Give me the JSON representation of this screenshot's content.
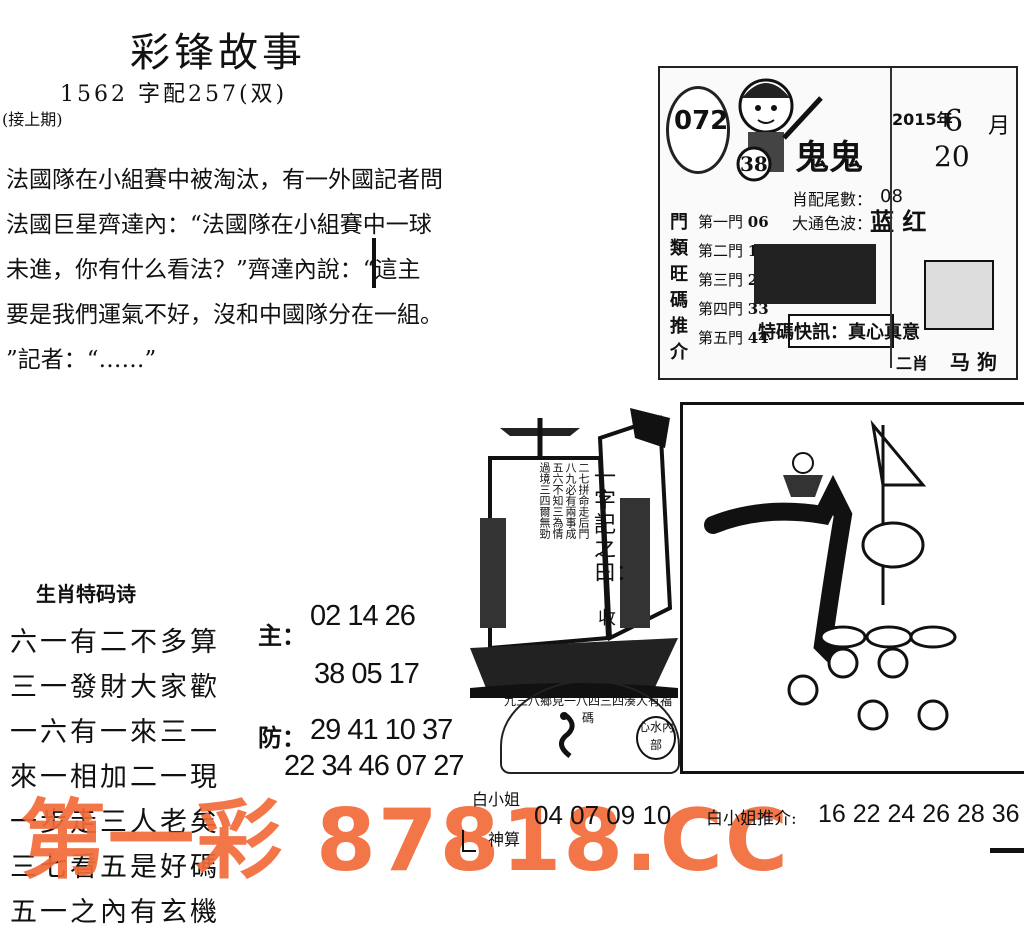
{
  "header": {
    "title": "彩锋故事",
    "issue": "1562 字配257(双)",
    "continued": "(接上期)"
  },
  "story": {
    "lines": [
      "法國隊在小組賽中被淘汰，有一外國記者問",
      "法國巨星齊達內：“法國隊在小組賽中一球",
      "未進，你有什么看法？”齊達內說：“這主",
      "要是我們運氣不好，沒和中國隊分在一組。",
      "”記者：“……”"
    ]
  },
  "poem": {
    "title": "生肖特码诗",
    "lines": [
      "六一有二不多算",
      "三一發財大家歡",
      "一六有一來三一",
      "來一相加二一現",
      "一步走三人老矣",
      "三七看五是好碼",
      "五一之內有玄機"
    ]
  },
  "numbers": {
    "main_label": "主：",
    "main_line1": "02 14 26",
    "main_line2": "38 05 17",
    "defense_label": "防：",
    "defense_line1": "29 41 10 37",
    "defense_line2": "22 34 46 07 27"
  },
  "panel_top": {
    "badge": "072",
    "ball": "38",
    "year": "2015年",
    "month": "6",
    "month_unit": "月",
    "day": "20",
    "heading": "鬼鬼",
    "tail_label": "肖配尾數：",
    "tail_value": "08",
    "color_label": "大通色波：",
    "color_value": "蓝 红",
    "gate_title_chars": [
      "門",
      "類",
      "旺",
      "碼",
      "推",
      "介"
    ],
    "gates": [
      {
        "label": "第一門",
        "value": "06"
      },
      {
        "label": "第二門",
        "value": "18"
      },
      {
        "label": "第三門",
        "value": "26"
      },
      {
        "label": "第四門",
        "value": "33"
      },
      {
        "label": "第五門",
        "value": "44"
      }
    ],
    "slogan": "特碼快訊：真心真意",
    "footer": "二肖",
    "footer_value": "马 狗"
  },
  "ship": {
    "sail_title": "一字記之曰：",
    "sail_sub": "收",
    "verse_lines": [
      "二七拼命走后門",
      "八九必有兩事成",
      "五六不知三為情",
      "過境三四爾無勁"
    ],
    "circle_text": "九三八鄉見一八四三四湊人有福碼",
    "seal_text": "心水內部"
  },
  "bottom": {
    "watermark": "第一彩 87818.CC",
    "shen_label_1": "白小姐",
    "shen_label_2": "神算",
    "shen_numbers": "04 07 09 10",
    "recommend_label": "白小姐推介:",
    "recommend_numbers": "16 22 24 26 28 36"
  }
}
